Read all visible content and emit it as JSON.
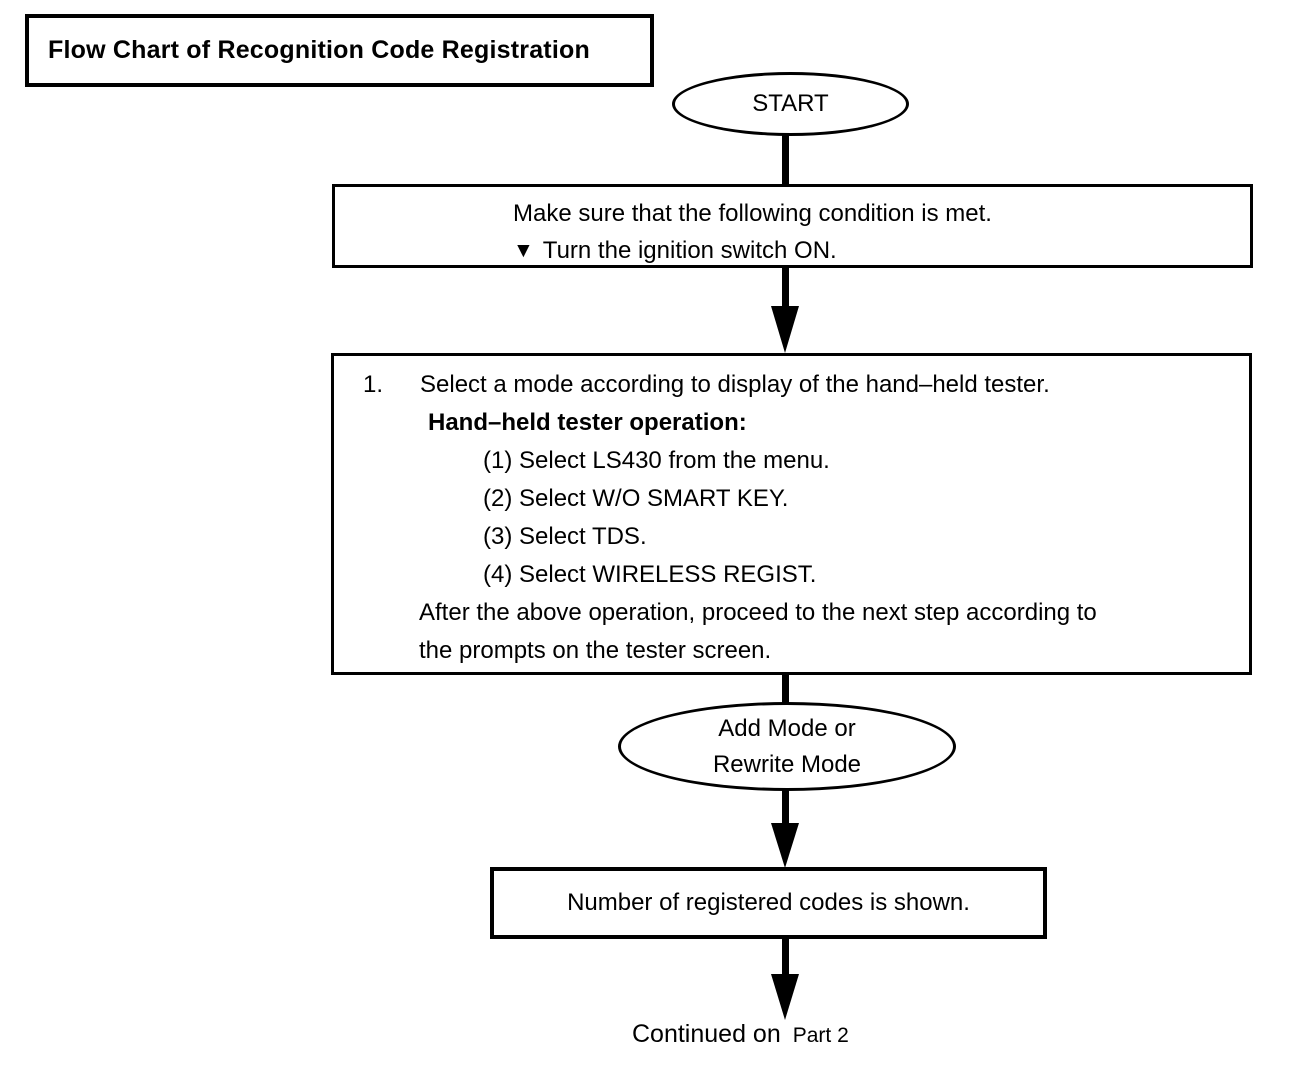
{
  "title": "Flow Chart of Recognition Code Registration",
  "nodes": {
    "start": {
      "label": "START"
    },
    "condition_box": {
      "line1": "Make sure that the following condition is met.",
      "bullet": "▼",
      "line2": "Turn the ignition switch ON."
    },
    "step_box": {
      "step_number": "1.",
      "step_text": "Select a mode according to display of the hand–held tester.",
      "subtitle": "Hand–held tester operation:",
      "items": [
        "(1) Select LS430 from the menu.",
        "(2) Select W/O SMART KEY.",
        "(3) Select TDS.",
        "(4) Select WIRELESS REGIST."
      ],
      "footer_line1": "After the above operation, proceed to the next step according to",
      "footer_line2": "the prompts on the tester screen."
    },
    "mode_oval": {
      "line1": "Add Mode or",
      "line2": "Rewrite Mode"
    },
    "result_box": {
      "label": "Number of registered codes is shown."
    },
    "continuation": {
      "prefix": "Continued on",
      "target": "Part 2"
    }
  },
  "colors": {
    "ink": "#000000",
    "background": "#ffffff"
  }
}
